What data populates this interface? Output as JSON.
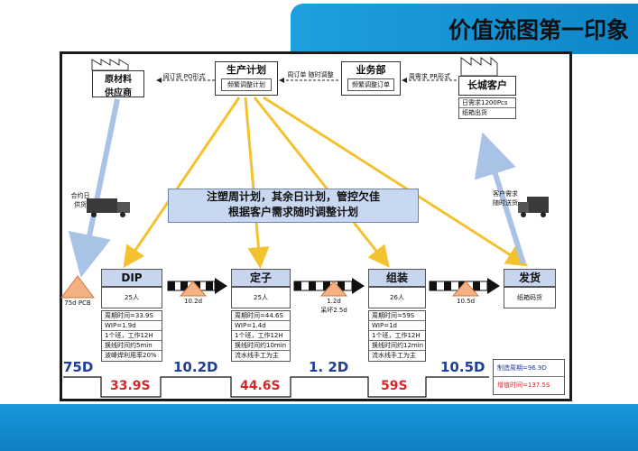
{
  "header": {
    "title": "价值流图第一印象"
  },
  "supplier": {
    "name_line1": "原材料",
    "name_line2": "供应商"
  },
  "planning": {
    "name": "生产计划",
    "sub": "频繁调整计划"
  },
  "sales": {
    "name": "业务部",
    "sub": "频繁调整订单"
  },
  "customer": {
    "name": "长城客户",
    "demand": "日需求1200Pcs",
    "pack": "纸箱出货"
  },
  "flows": {
    "po": "阔订货 PO形式",
    "weekly": "周订单 随时调整",
    "pr": "周需求 PR形式",
    "supply": "合约日 供货",
    "cust_ship": "客户需求 随时送货"
  },
  "note": {
    "line1": "注塑周计划，其余日计划，管控欠佳",
    "line2": "根据客户需求随时调整计划"
  },
  "inventory": {
    "raw": "75d PCB",
    "dip_zz": "10.2d",
    "zz_assy_a": "1.2d",
    "zz_assy_b": "呆坏2.5d",
    "assy_ship": "10.5d"
  },
  "processes": [
    {
      "name": "DIP",
      "people": "25人",
      "stats": [
        "周期时间=33.9S",
        "WIP=1.9d",
        "1个班，工作12H",
        "换线时间约5min",
        "波峰焊利用率20%"
      ]
    },
    {
      "name": "定子",
      "people": "25人",
      "stats": [
        "周期时间=44.6S",
        "WIP=1.4d",
        "1个班，工作12H",
        "换线时间约10min",
        "流水线手工为主"
      ]
    },
    {
      "name": "组装",
      "people": "26人",
      "stats": [
        "周期时间=59S",
        "WIP=1d",
        "1个班，工作12H",
        "换线时间约12min",
        "流水线手工为主"
      ]
    },
    {
      "name": "发货",
      "sub": "纸箱码货"
    }
  ],
  "timeline": {
    "lead": [
      "75D",
      "10.2D",
      "1. 2D",
      "10.5D"
    ],
    "cycle": [
      "33.9S",
      "44.6S",
      "59S"
    ],
    "summary_lead": "制造周期=96.9D",
    "summary_value": "增值时间=137.5S"
  },
  "colors": {
    "accent": "#1ea0e0",
    "arrow": "#f3c22e",
    "process_head": "#c7d6ee",
    "red": "#d8252b",
    "blue": "#1c3f9a"
  }
}
